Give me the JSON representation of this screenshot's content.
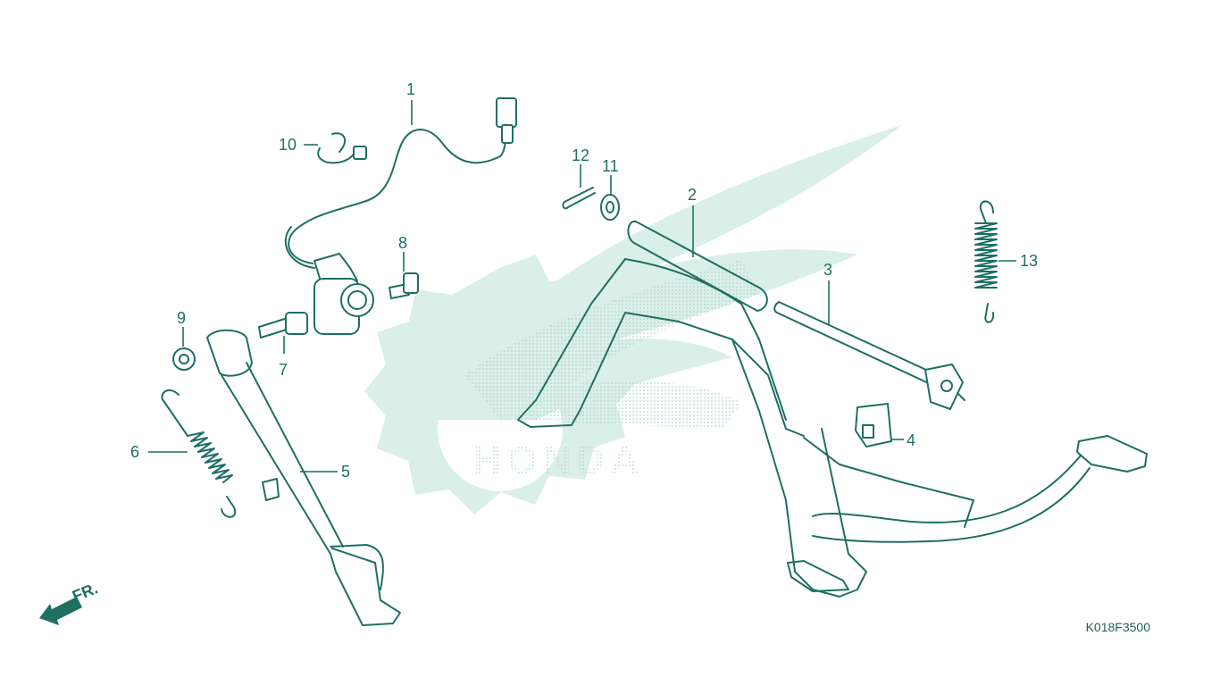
{
  "diagram_code": "K018F3500",
  "direction_label": "FR.",
  "watermark_text": "HONDA",
  "callouts": {
    "c1": "1",
    "c2": "2",
    "c3": "3",
    "c4": "4",
    "c5": "5",
    "c6": "6",
    "c7": "7",
    "c8": "8",
    "c9": "9",
    "c10": "10",
    "c11": "11",
    "c12": "12",
    "c13": "13"
  },
  "colors": {
    "line": "#1f6f63",
    "watermark": "#d9efe8"
  }
}
